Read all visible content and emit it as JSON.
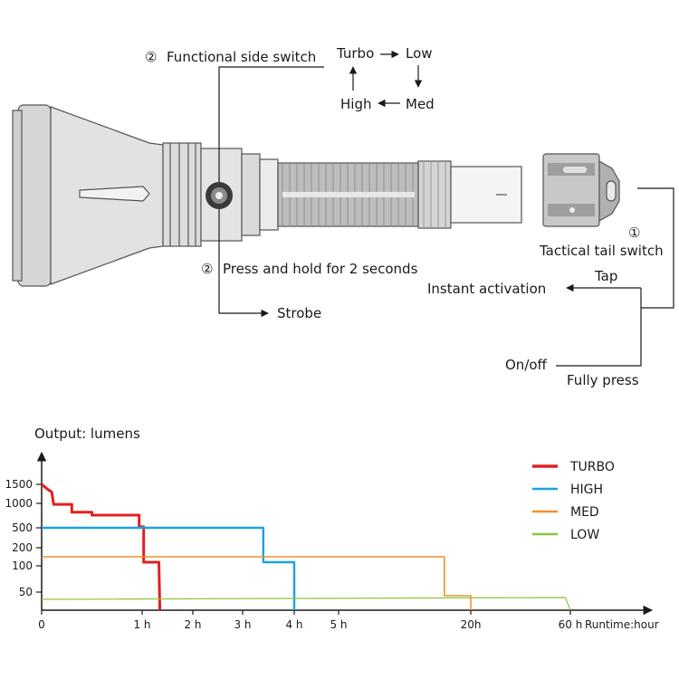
{
  "diagram": {
    "side_switch_label": "Functional side switch",
    "side_switch_num": "②",
    "modes": {
      "turbo": "Turbo",
      "low": "Low",
      "med": "Med",
      "high": "High"
    },
    "press_hold_num": "②",
    "press_hold_label": "Press and hold for 2 seconds",
    "strobe_label": "Strobe",
    "tail_num": "①",
    "tail_label": "Tactical tail switch",
    "tap_label": "Tap",
    "instant_label": "Instant activation",
    "onoff_label": "On/off",
    "fully_press_label": "Fully press"
  },
  "chart_data": {
    "type": "line",
    "ylabel": "Output: lumens",
    "xlabel": "Runtime:hour",
    "y_ticks": [
      "1500",
      "1000",
      "500",
      "200",
      "100",
      "50"
    ],
    "x_ticks": [
      "0",
      "1 h",
      "2 h",
      "3 h",
      "4 h",
      "5 h",
      "20h",
      "60 h"
    ],
    "series": [
      {
        "name": "TURBO",
        "color": "#e02020",
        "points": [
          [
            0,
            1500
          ],
          [
            0.07,
            1350
          ],
          [
            0.1,
            1300
          ],
          [
            0.12,
            980
          ],
          [
            0.3,
            980
          ],
          [
            0.3,
            820
          ],
          [
            0.5,
            820
          ],
          [
            0.5,
            760
          ],
          [
            0.97,
            760
          ],
          [
            0.97,
            520
          ],
          [
            1.03,
            520
          ],
          [
            1.03,
            120
          ],
          [
            1.33,
            120
          ],
          [
            1.35,
            0
          ]
        ]
      },
      {
        "name": "HIGH",
        "color": "#1aa3e6",
        "points": [
          [
            0,
            500
          ],
          [
            3.4,
            500
          ],
          [
            3.4,
            120
          ],
          [
            4.0,
            120
          ],
          [
            4.0,
            0
          ]
        ]
      },
      {
        "name": "MED",
        "color": "#f0922a",
        "points": [
          [
            0,
            150
          ],
          [
            17,
            150
          ],
          [
            17,
            40
          ],
          [
            20,
            40
          ],
          [
            20,
            0
          ]
        ]
      },
      {
        "name": "LOW",
        "color": "#8cc63f",
        "points": [
          [
            0,
            30
          ],
          [
            58,
            35
          ],
          [
            60,
            0
          ]
        ]
      }
    ]
  }
}
